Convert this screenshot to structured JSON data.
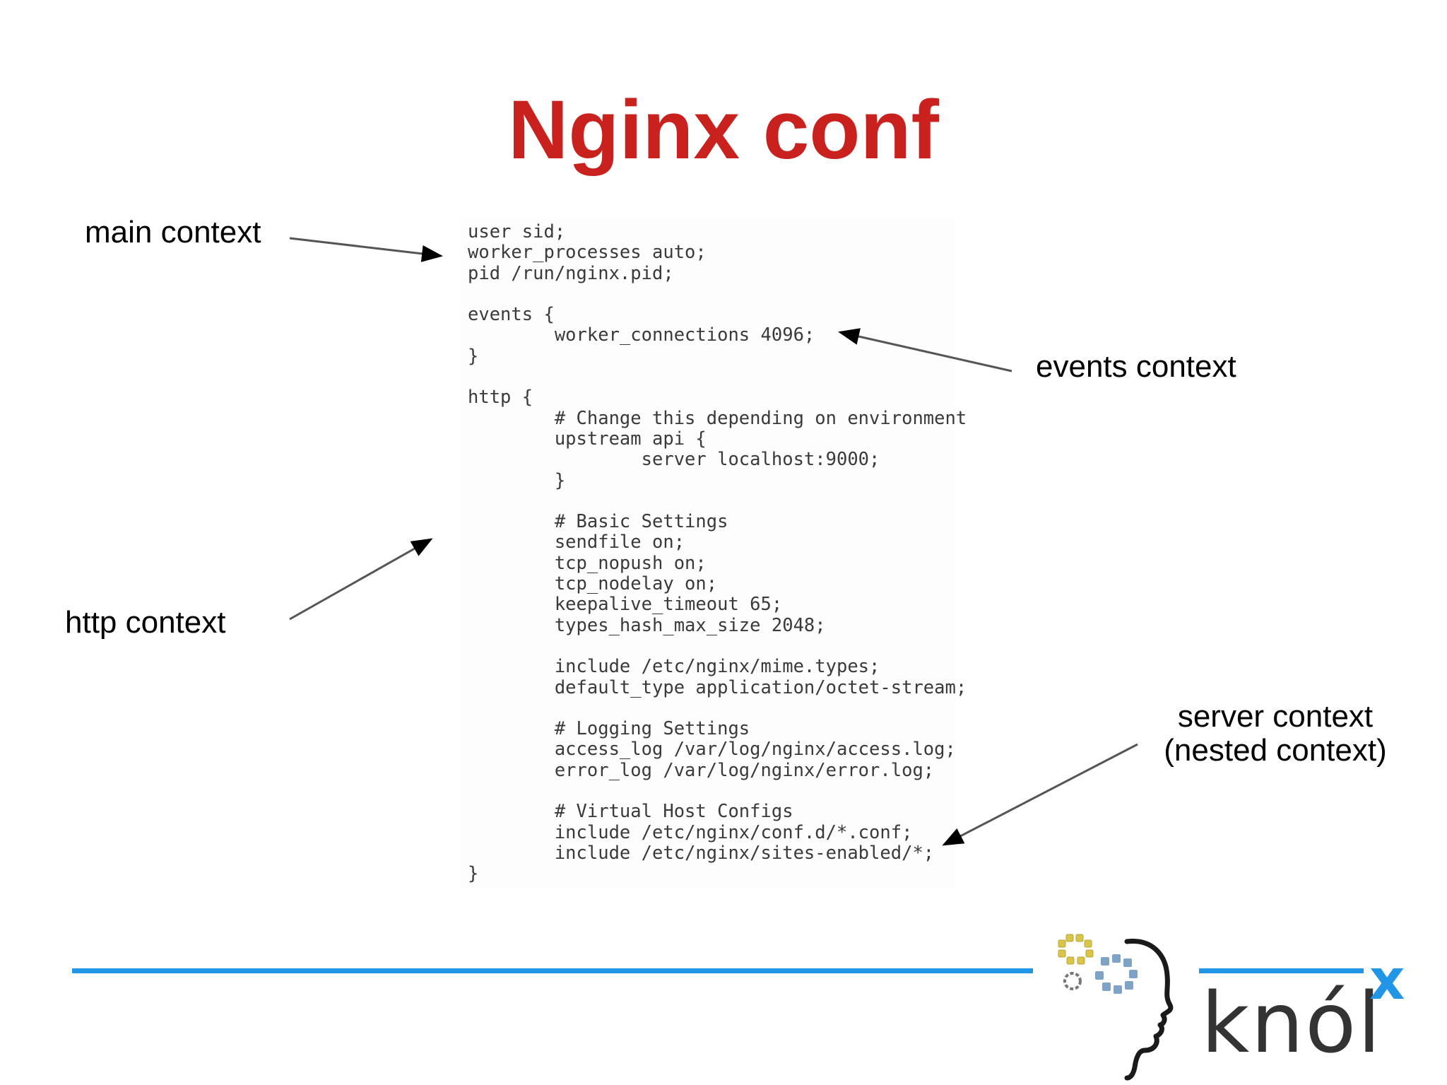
{
  "slide": {
    "title": "Nginx conf",
    "title_color": "#c9211e",
    "accent_color": "#2196e6"
  },
  "annotations": {
    "main": "main context",
    "events": "events context",
    "http": "http context",
    "server_line1": "server context",
    "server_line2": "(nested context)"
  },
  "code": {
    "lines": [
      "user sid;",
      "worker_processes auto;",
      "pid /run/nginx.pid;",
      "",
      "events {",
      "        worker_connections 4096;",
      "}",
      "",
      "http {",
      "        # Change this depending on environment",
      "        upstream api {",
      "                server localhost:9000;",
      "        }",
      "",
      "        # Basic Settings",
      "        sendfile on;",
      "        tcp_nopush on;",
      "        tcp_nodelay on;",
      "        keepalive_timeout 65;",
      "        types_hash_max_size 2048;",
      "",
      "        include /etc/nginx/mime.types;",
      "        default_type application/octet-stream;",
      "",
      "        # Logging Settings",
      "        access_log /var/log/nginx/access.log;",
      "        error_log /var/log/nginx/error.log;",
      "",
      "        # Virtual Host Configs",
      "        include /etc/nginx/conf.d/*.conf;",
      "        include /etc/nginx/sites-enabled/*;",
      "}"
    ]
  },
  "logo": {
    "name": "knól",
    "superscript": "x",
    "icon": "knolx-head-gears-logo"
  }
}
